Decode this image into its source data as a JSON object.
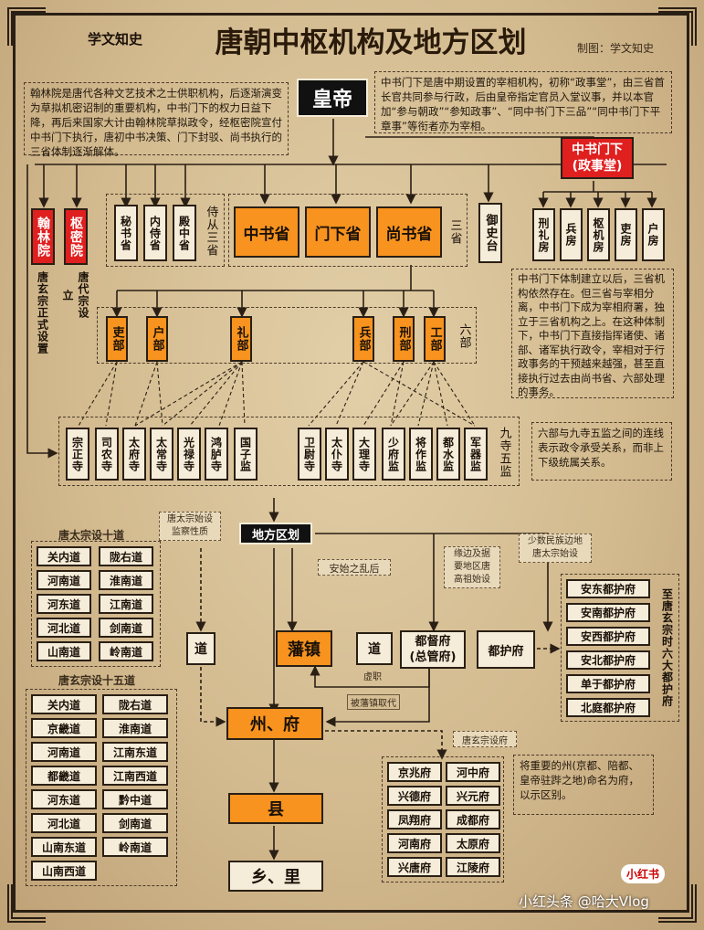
{
  "title": "唐朝中枢机构及地方区划",
  "logo_text": "学文知史",
  "credit": "制图：学文知史",
  "emperor": "皇帝",
  "notes": {
    "hanlin": "翰林院是唐代各种文艺技术之士供职机构，后逐渐演变为草拟机密诏制的重要机构，中书门下的权力日益下降，再后来国家大计由翰林院草拟政令，经枢密院宣付中书门下执行，唐初中书决策、门下封驳、尚书执行的三省体制逐渐解体。",
    "zhongshumenxia": "中书门下是唐中期设置的宰相机构，初称“政事堂”，由三省首长官共同参与行政，后由皇帝指定官员入堂议事，并以本官加“参与朝政”“参知政事”、“同中书门下三品”“同中书门下平章事”等衔者亦为宰相。",
    "zsmx_system": "中书门下体制建立以后，三省机构依然存在。但三省与宰相分离，中书门下成为宰相府署，独立于三省机构之上。在这种体制下，中书门下直接指挥诸使、诸部、诸军执行政令，宰相对于行政事务的干预越来越强，甚至直接执行过去由尚书省、六部处理的事务。",
    "sixbu": "六部与九寺五监之间的连线表示政令承受关系，而非上下级统属关系。",
    "fu": "将重要的州(京都、陪都、皇帝驻跸之地)命名为府，以示区别。"
  },
  "hanlin": "翰林院",
  "hanlin_note": "唐玄宗正式设置",
  "shumi": "枢密院",
  "shumi_note": "唐代宗设立",
  "shicong": [
    "秘书省",
    "内侍省",
    "殿中省"
  ],
  "shicong_label": "侍从三省",
  "sansheng": [
    "中书省",
    "门下省",
    "尚书省"
  ],
  "sansheng_label": "三省",
  "yushitai": "御史台",
  "zsmx": "中书门下\n(政事堂)",
  "zsmx_fang": [
    "刑礼房",
    "兵房",
    "枢机房",
    "吏房",
    "户房"
  ],
  "liubu": [
    "吏部",
    "户部",
    "礼部",
    "兵部",
    "刑部",
    "工部"
  ],
  "liubu_label": "六部",
  "jiusi": [
    "宗正寺",
    "司农寺",
    "太府寺",
    "太常寺",
    "光禄寺",
    "鸿胪寺",
    "国子监",
    "卫尉寺",
    "太仆寺",
    "大理寺",
    "少府监",
    "将作监",
    "都水监",
    "军器监"
  ],
  "jiusi_label": "九寺五监",
  "difang": "地方区划",
  "tags": {
    "taizong_jiancha": "唐太宗始设\n监察性质",
    "anshi": "安始之乱后",
    "bianji": "缘边及据\n要地区唐\n高祖始设",
    "shaoshu": "少数民族边地\n唐太宗始设",
    "xuli": "虚职",
    "beifanzhen": "被藩镇取代",
    "taizong_fu": "唐玄宗设府"
  },
  "dao_label": "道",
  "fanzhen": "藩镇",
  "dao2": "道",
  "dudufu": "都督府\n(总管府)",
  "duhufu": "都护府",
  "zhoufu": "州、府",
  "xian": "县",
  "xiangli": "乡、里",
  "taizong_title": "唐太宗设十道",
  "taizong_dao": [
    "关内道",
    "陇右道",
    "河南道",
    "淮南道",
    "河东道",
    "江南道",
    "河北道",
    "剑南道",
    "山南道",
    "岭南道"
  ],
  "xuanzong_title": "唐玄宗设十五道",
  "xuanzong_dao": [
    "关内道",
    "陇右道",
    "京畿道",
    "淮南道",
    "河南道",
    "江南东道",
    "都畿道",
    "江南西道",
    "河东道",
    "黔中道",
    "河北道",
    "剑南道",
    "山南东道",
    "岭南道",
    "山南西道"
  ],
  "duhu_list": [
    "安东都护府",
    "安南都护府",
    "安西都护府",
    "安北都护府",
    "单于都护府",
    "北庭都护府"
  ],
  "duhu_label": "至唐玄宗时六大都护府",
  "fu_list": [
    "京兆府",
    "河中府",
    "兴德府",
    "兴元府",
    "凤翔府",
    "成都府",
    "河南府",
    "太原府",
    "兴唐府",
    "江陵府"
  ],
  "watermark": "小红书",
  "footer": "小红头条 @哈大Vlog"
}
